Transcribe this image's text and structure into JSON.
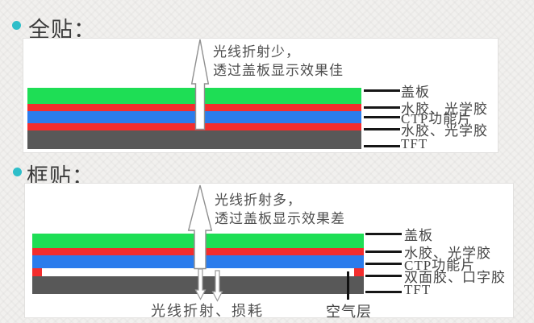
{
  "slide": {
    "background_color": "#f1f0ee",
    "bullet_color": "#2ebec9"
  },
  "layer_colors": {
    "cover_glass": "#1ede55",
    "optical_glue": "#f32d2d",
    "ctp_sensor": "#2b7cec",
    "tft": "#585858",
    "air_gap": "#ffffff",
    "callout_line": "#161616"
  },
  "sections": [
    {
      "heading": "全贴：",
      "note_line1": "光线折射少，",
      "note_line2": "透过盖板显示效果佳",
      "labels": [
        "盖板",
        "水胶、光学胶",
        "CTP功能片",
        "水胶、光学胶",
        "TFT"
      ]
    },
    {
      "heading": "框贴：",
      "note_line1": "光线折射多，",
      "note_line2": "透过盖板显示效果差",
      "labels": [
        "盖板",
        "水胶、光学胶",
        "CTP功能片",
        "双面胶、口字胶",
        "TFT"
      ],
      "loss_note": "光线折射、损耗",
      "air_label": "空气层"
    }
  ]
}
